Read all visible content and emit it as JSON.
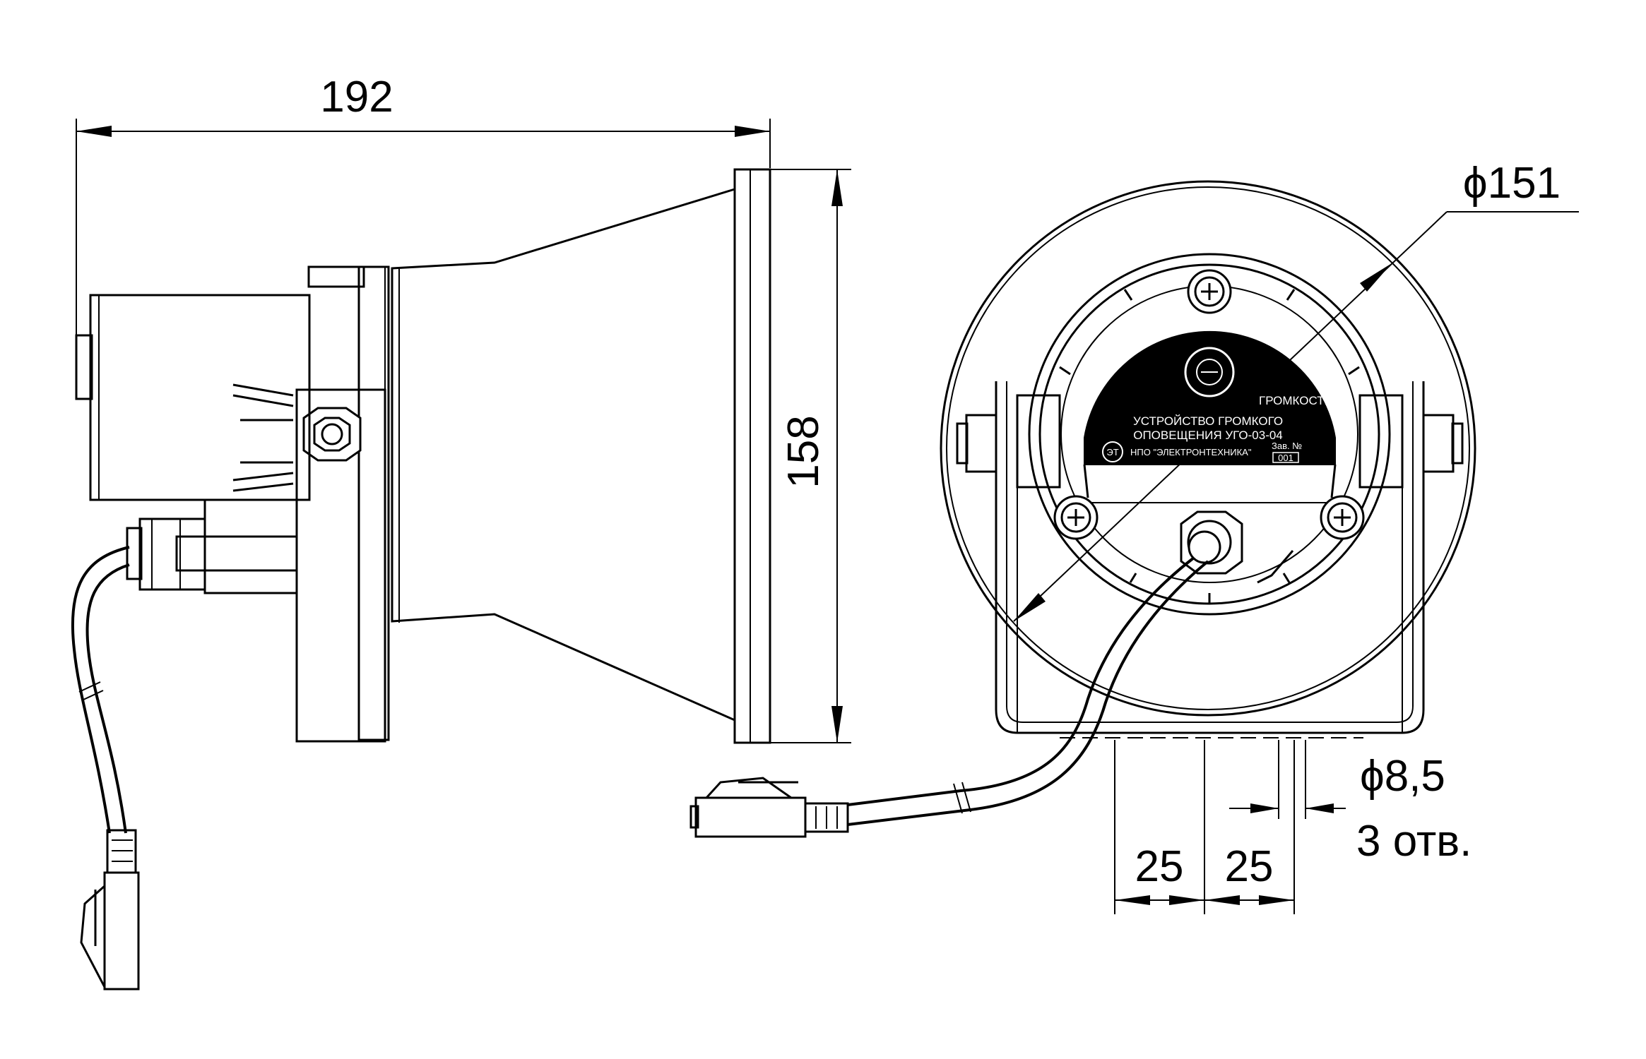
{
  "dimensions": {
    "length": "192",
    "height": "158",
    "diameter": "ϕ151",
    "hole_diameter": "ϕ8,5",
    "hole_count": "3 отв.",
    "spacing_1": "25",
    "spacing_2": "25"
  },
  "label_plate": {
    "volume": "ГРОМКОСТЬ",
    "line1": "УСТРОЙСТВО ГРОМКОГО",
    "line2": "ОПОВЕЩЕНИЯ УГО-03-04",
    "maker": "НПО \"ЭЛЕКТРОНТЕХНИКА\"",
    "serial_label": "Зав. №",
    "serial": "001",
    "logo": "ЭТ"
  },
  "colors": {
    "line": "#000000",
    "background": "#ffffff",
    "plate": "#000000"
  }
}
